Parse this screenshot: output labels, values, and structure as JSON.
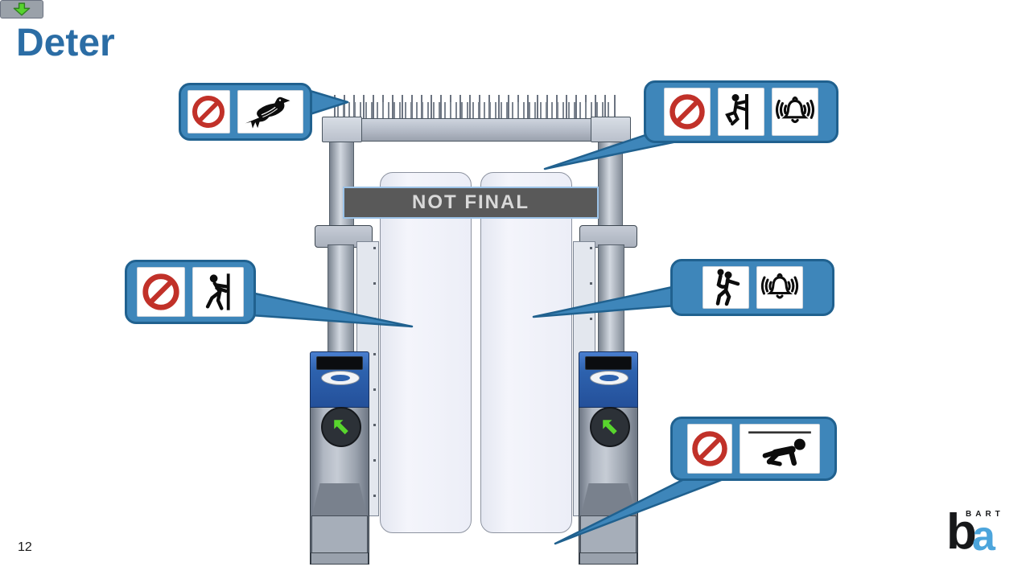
{
  "title": "Deter",
  "page_number": "12",
  "gate": {
    "banner_label": "NOT FINAL",
    "top_indicator_icon": "green-down-arrow",
    "lane_indicator_icon": "green-up-left-arrow",
    "features": [
      "bird-spikes",
      "overhead-beam",
      "tall-swing-barriers",
      "fare-console-left",
      "fare-console-right"
    ]
  },
  "callouts": [
    {
      "id": "no-birds",
      "icons": [
        "no-icon",
        "pigeon-icon"
      ]
    },
    {
      "id": "no-climbing-alarm",
      "icons": [
        "no-icon",
        "person-climbing-icon",
        "alarm-bell-icon"
      ]
    },
    {
      "id": "no-pushing",
      "icons": [
        "no-icon",
        "person-pushing-icon"
      ]
    },
    {
      "id": "tailgating-alarm",
      "icons": [
        "person-tailgating-icon",
        "alarm-bell-icon"
      ]
    },
    {
      "id": "no-crawling",
      "icons": [
        "no-icon",
        "person-crawling-icon"
      ]
    }
  ],
  "logo": {
    "b": "b",
    "a": "a",
    "small_text": "BART"
  },
  "colors": {
    "title_blue": "#2B6DA5",
    "callout_fill": "#3E86BA",
    "callout_border": "#20618F",
    "prohibition_red": "#C13129",
    "arrow_green": "#57D32E",
    "banner_gray": "#595959",
    "banner_border": "#9CC3E8",
    "logo_blue": "#4CA5DC"
  }
}
